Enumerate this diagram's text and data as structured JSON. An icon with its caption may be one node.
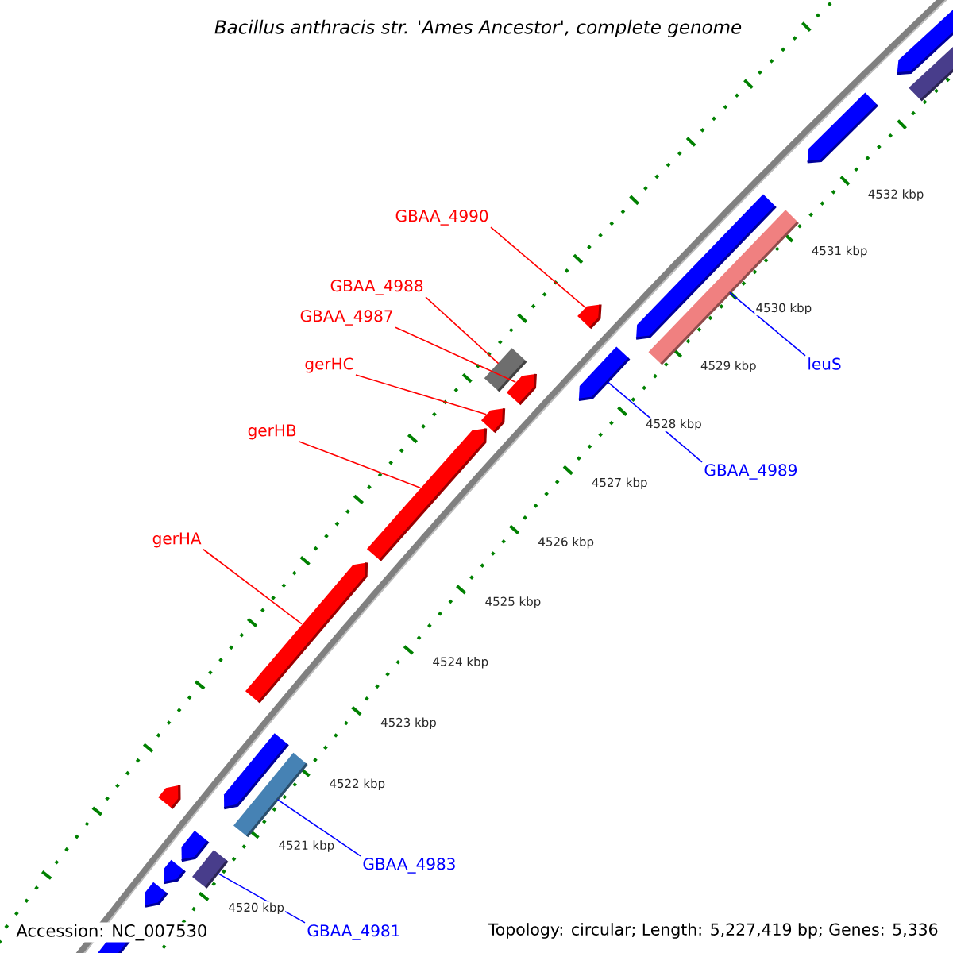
{
  "diagram": {
    "title": "Bacillus anthracis str. 'Ames Ancestor', complete genome",
    "nodes": [
      {
        "text": [
          "GBAA_4990"
        ]
      },
      {
        "text": [
          "GBAA_4988"
        ]
      },
      {
        "text": [
          "GBAA_4987"
        ]
      },
      {
        "text": [
          "gerHC"
        ]
      },
      {
        "text": [
          "gerHB"
        ]
      },
      {
        "text": [
          "gerHA"
        ]
      },
      {
        "text": [
          "leuS"
        ]
      },
      {
        "text": [
          "GBAA_4989"
        ]
      },
      {
        "text": [
          "GBAA_4983"
        ]
      },
      {
        "text": [
          "GBAA_4981"
        ]
      },
      {
        "text": [],
        "shape": "bar"
      },
      {
        "text": [],
        "shape": "box"
      },
      {
        "text": [],
        "shape": "bar"
      },
      {
        "text": [],
        "shape": "bar"
      },
      {
        "text": [],
        "shape": "bar"
      },
      {
        "text": [],
        "shape": "bar"
      },
      {
        "text": [],
        "shape": "bar"
      },
      {
        "text": [],
        "shape": "bar"
      },
      {
        "text": [],
        "shape": "bar"
      },
      {
        "text": [],
        "shape": "box"
      },
      {
        "text": [],
        "shape": "bar"
      }
    ],
    "edges": [
      {
        "from": 0,
        "to": 10,
        "arrow": "none"
      },
      {
        "from": 1,
        "to": 11,
        "arrow": "none"
      },
      {
        "from": 2,
        "to": 12,
        "arrow": "none"
      },
      {
        "from": 3,
        "to": 13,
        "arrow": "none"
      },
      {
        "from": 4,
        "to": 14,
        "arrow": "none"
      },
      {
        "from": 5,
        "to": 15,
        "arrow": "none"
      },
      {
        "from": 6,
        "to": 16,
        "arrow": "none",
        "color": "#0000ff"
      },
      {
        "from": 7,
        "to": 17,
        "arrow": "none",
        "color": "#0000ff"
      },
      {
        "from": 8,
        "to": 18,
        "arrow": "none",
        "color": "#0000ff"
      },
      {
        "from": 9,
        "to": 19,
        "arrow": "none",
        "color": "#0000ff"
      }
    ],
    "labels": [
      "4532 kbp",
      "4531 kbp",
      "4530 kbp",
      "4529 kbp",
      "4528 kbp",
      "4527 kbp",
      "4526 kbp",
      "4525 kbp",
      "4524 kbp",
      "4523 kbp",
      "4522 kbp",
      "4521 kbp",
      "4520 kbp",
      "Accession: NC_007530",
      "Topology: circular; Length: 5,227,419 bp; Genes: 5,336"
    ]
  }
}
